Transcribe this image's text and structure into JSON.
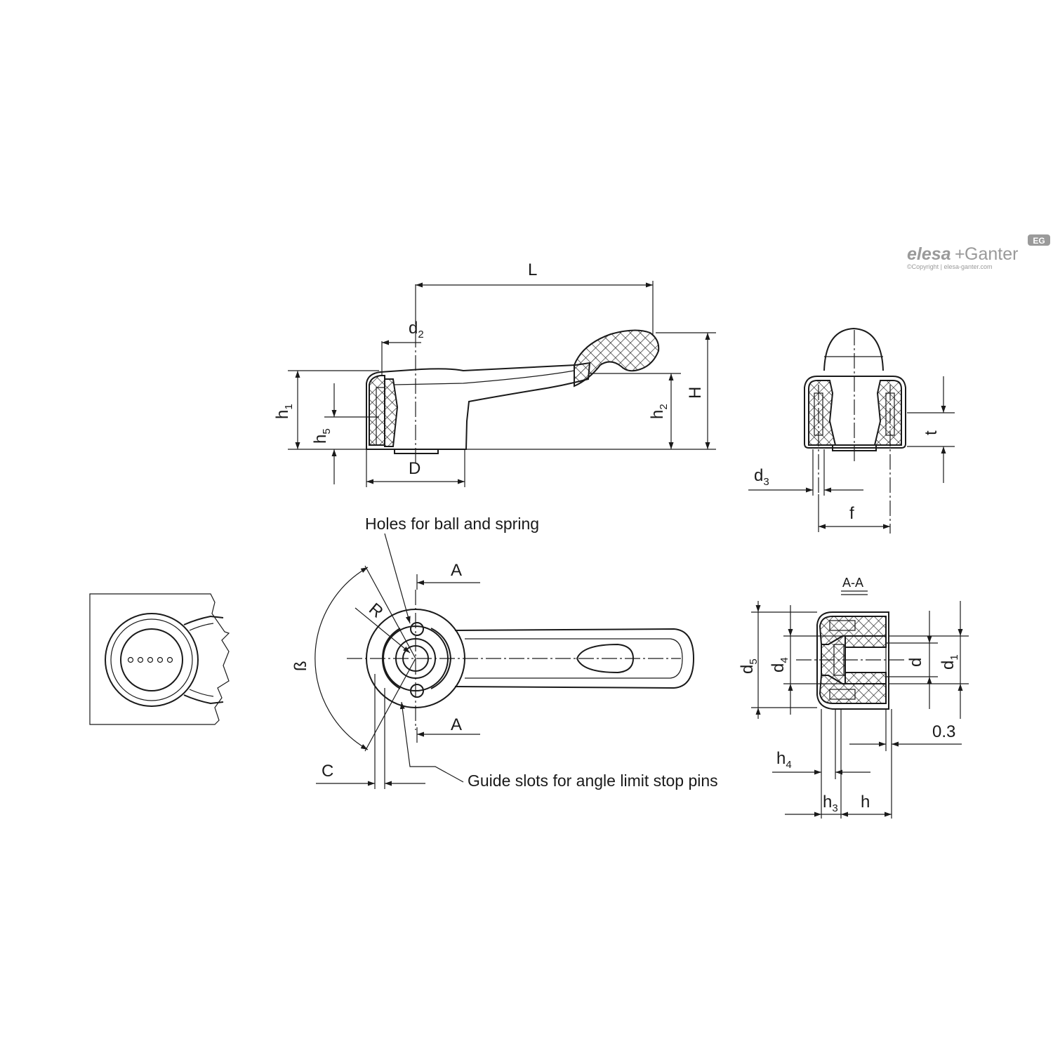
{
  "logo": {
    "brand_left": "elesa",
    "brand_plus": "+",
    "brand_right": "Ganter",
    "badge": "EG",
    "copyright": "©Copyright | elesa-ganter.com"
  },
  "dimensions": {
    "L": "L",
    "d2": "d",
    "d2_sub": "2",
    "h1": "h",
    "h1_sub": "1",
    "h5": "h",
    "h5_sub": "5",
    "h2": "h",
    "h2_sub": "2",
    "H": "H",
    "D": "D",
    "t": "t",
    "d3": "d",
    "d3_sub": "3",
    "f": "f",
    "A_top": "A",
    "A_bottom": "A",
    "R": "R",
    "beta": "ß",
    "C": "C",
    "section": "A-A",
    "d5": "d",
    "d5_sub": "5",
    "d4": "d",
    "d4_sub": "4",
    "d": "d",
    "d1": "d",
    "d1_sub": "1",
    "gap": "0.3",
    "h4": "h",
    "h4_sub": "4",
    "h3": "h",
    "h3_sub": "3",
    "h": "h"
  },
  "notes": {
    "holes": "Holes for ball and spring",
    "guide": "Guide slots for angle limit stop pins"
  }
}
